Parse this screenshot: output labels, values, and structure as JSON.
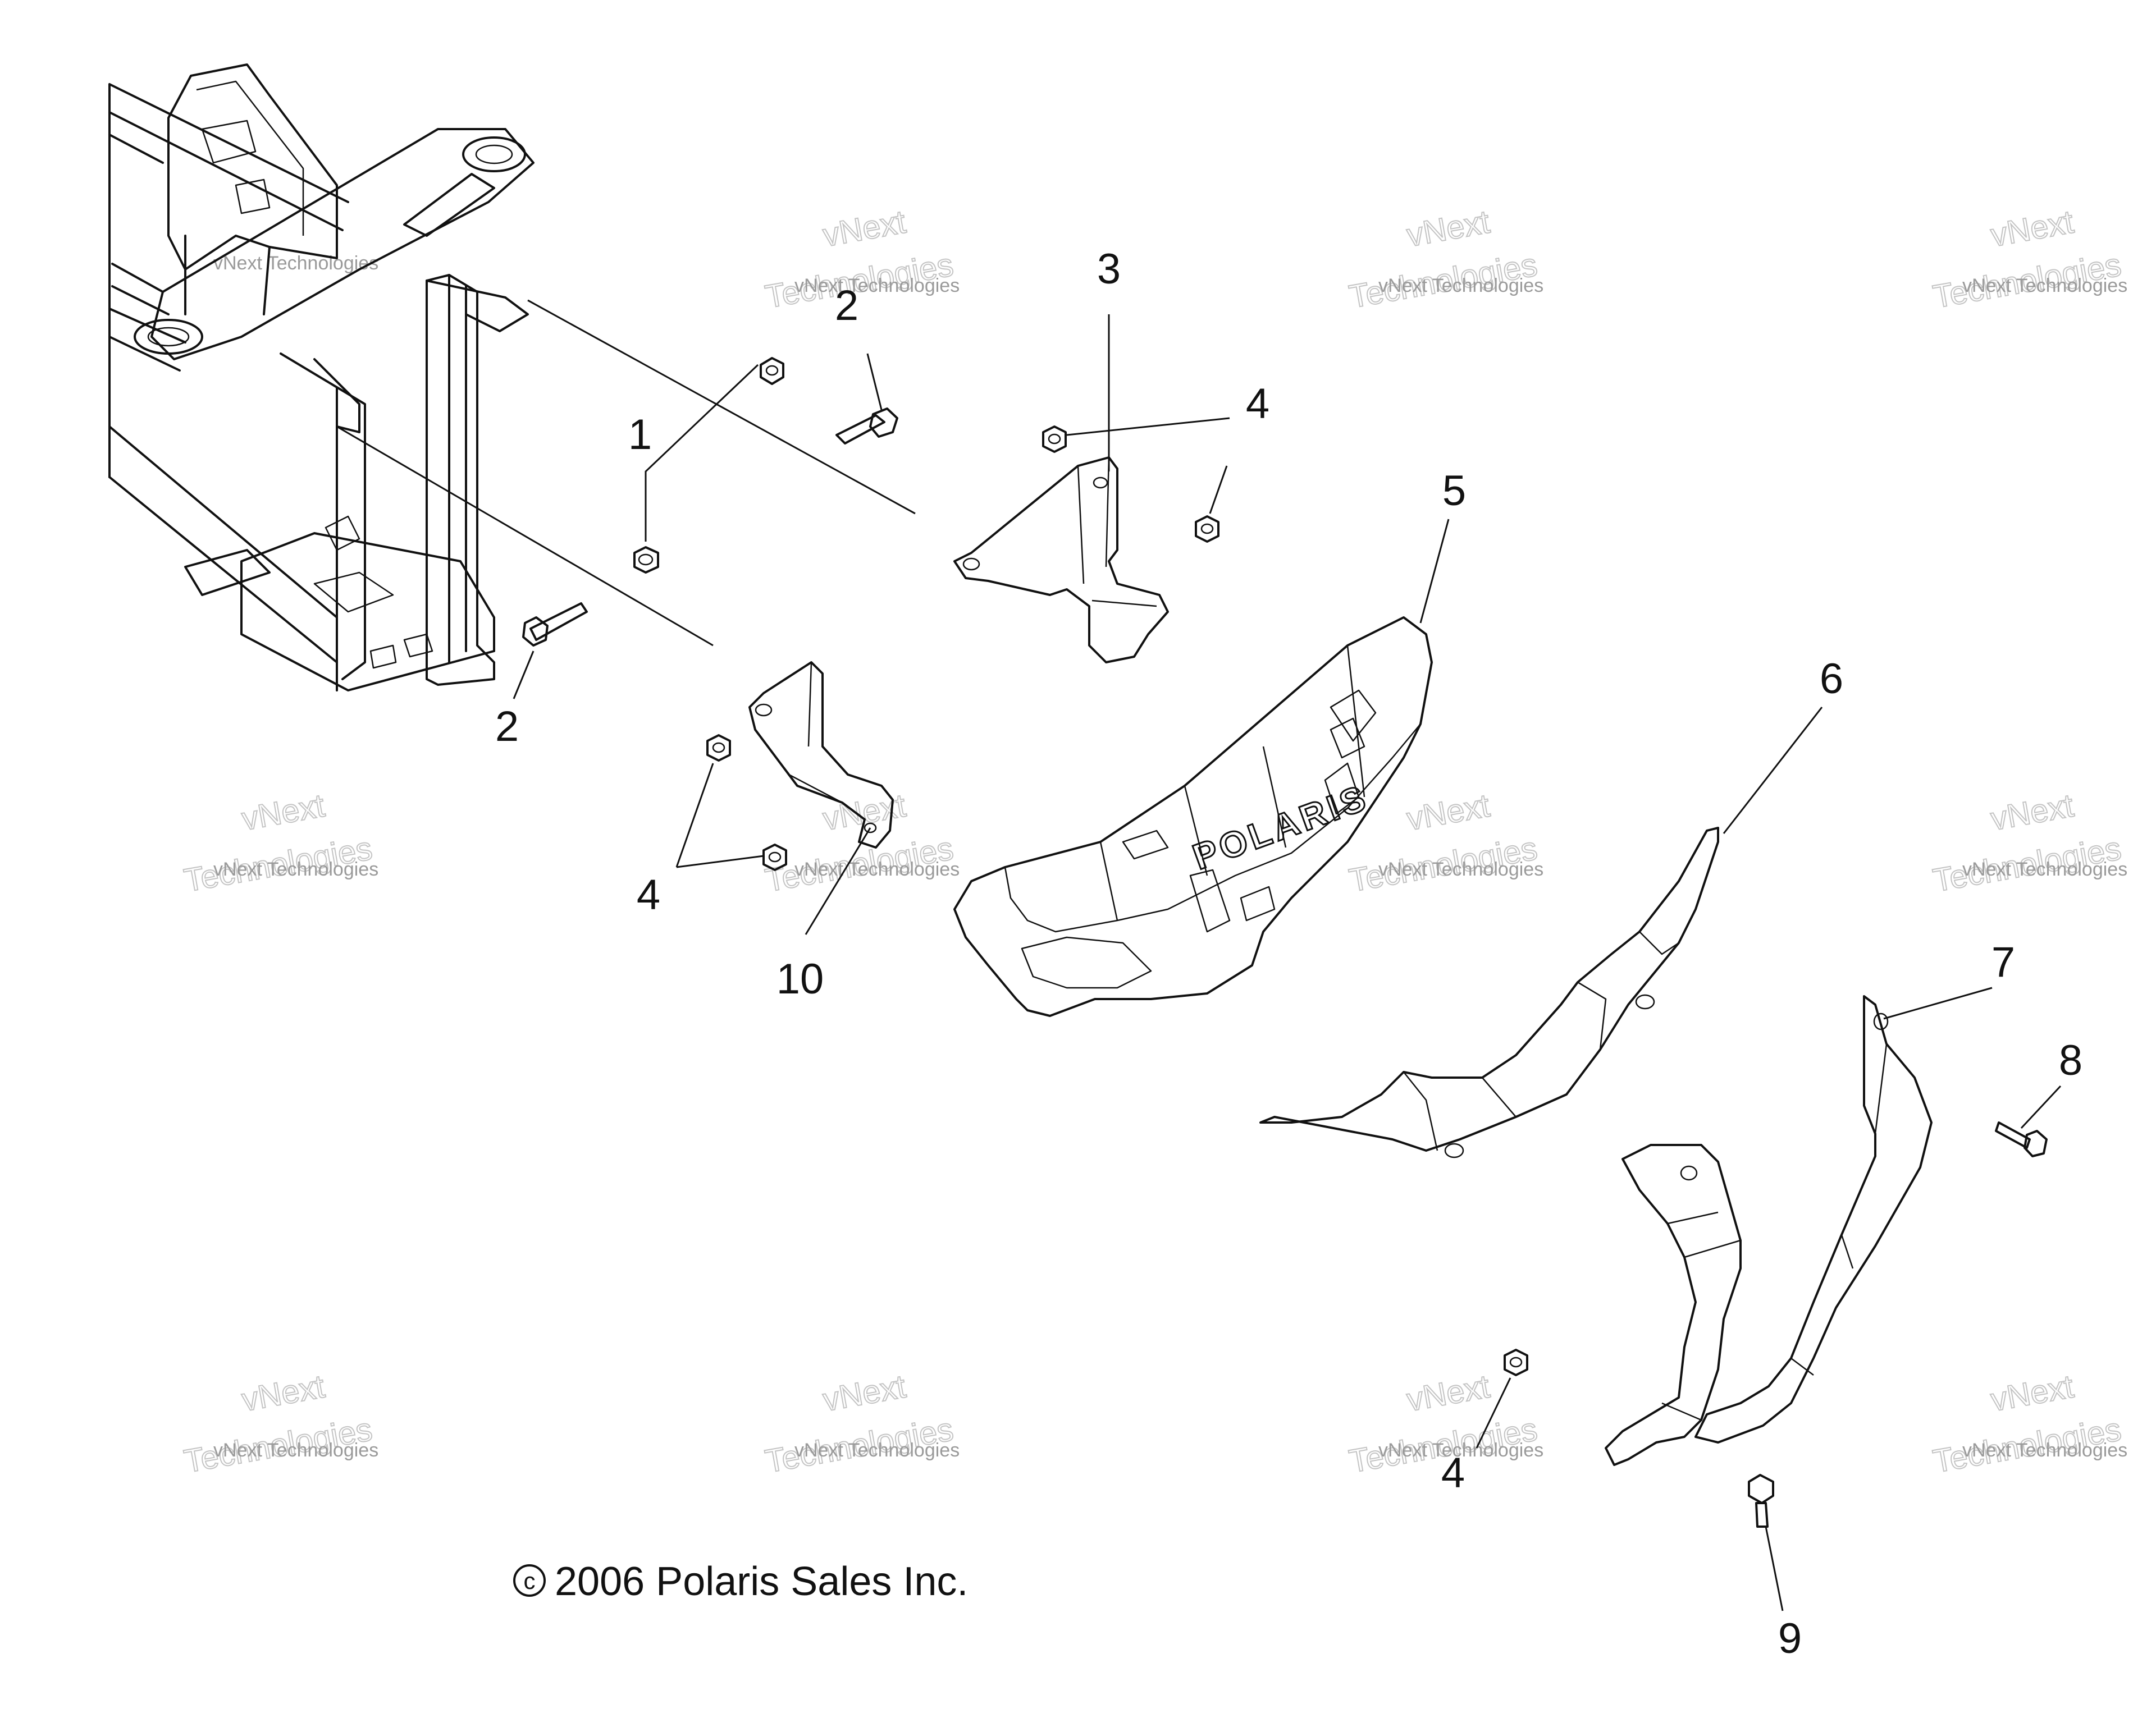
{
  "callouts": [
    {
      "id": "c1",
      "label": "1"
    },
    {
      "id": "c2a",
      "label": "2"
    },
    {
      "id": "c2b",
      "label": "2"
    },
    {
      "id": "c3",
      "label": "3"
    },
    {
      "id": "c4a",
      "label": "4"
    },
    {
      "id": "c4b",
      "label": "4"
    },
    {
      "id": "c4c",
      "label": "4"
    },
    {
      "id": "c5",
      "label": "5"
    },
    {
      "id": "c6",
      "label": "6"
    },
    {
      "id": "c7",
      "label": "7"
    },
    {
      "id": "c8",
      "label": "8"
    },
    {
      "id": "c9",
      "label": "9"
    },
    {
      "id": "c10",
      "label": "10"
    }
  ],
  "copyright": "2006 Polaris Sales Inc.",
  "copyright_symbol": "c",
  "watermark": {
    "line1": "vNext Technologies",
    "line2": "vNext",
    "line3": "Technologies"
  },
  "logo_text": "POLARIS"
}
